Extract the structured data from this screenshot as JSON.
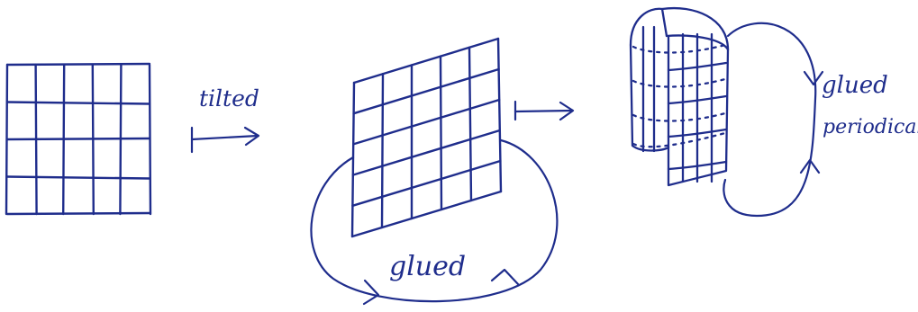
{
  "figure": {
    "ink_color": "#1f2d8c",
    "background": "#ffffff",
    "stages": [
      {
        "name": "flat square grid",
        "columns": 5,
        "rows": 4
      },
      {
        "name": "tilted grid",
        "columns": 5,
        "rows": 5
      },
      {
        "name": "grid rolled into cylinder",
        "columns": 5,
        "rows": 5
      }
    ],
    "labels": {
      "step1": "tilted",
      "step2_gluing": "glued",
      "step3_line1": "glued",
      "step3_line2": "periodically"
    }
  }
}
